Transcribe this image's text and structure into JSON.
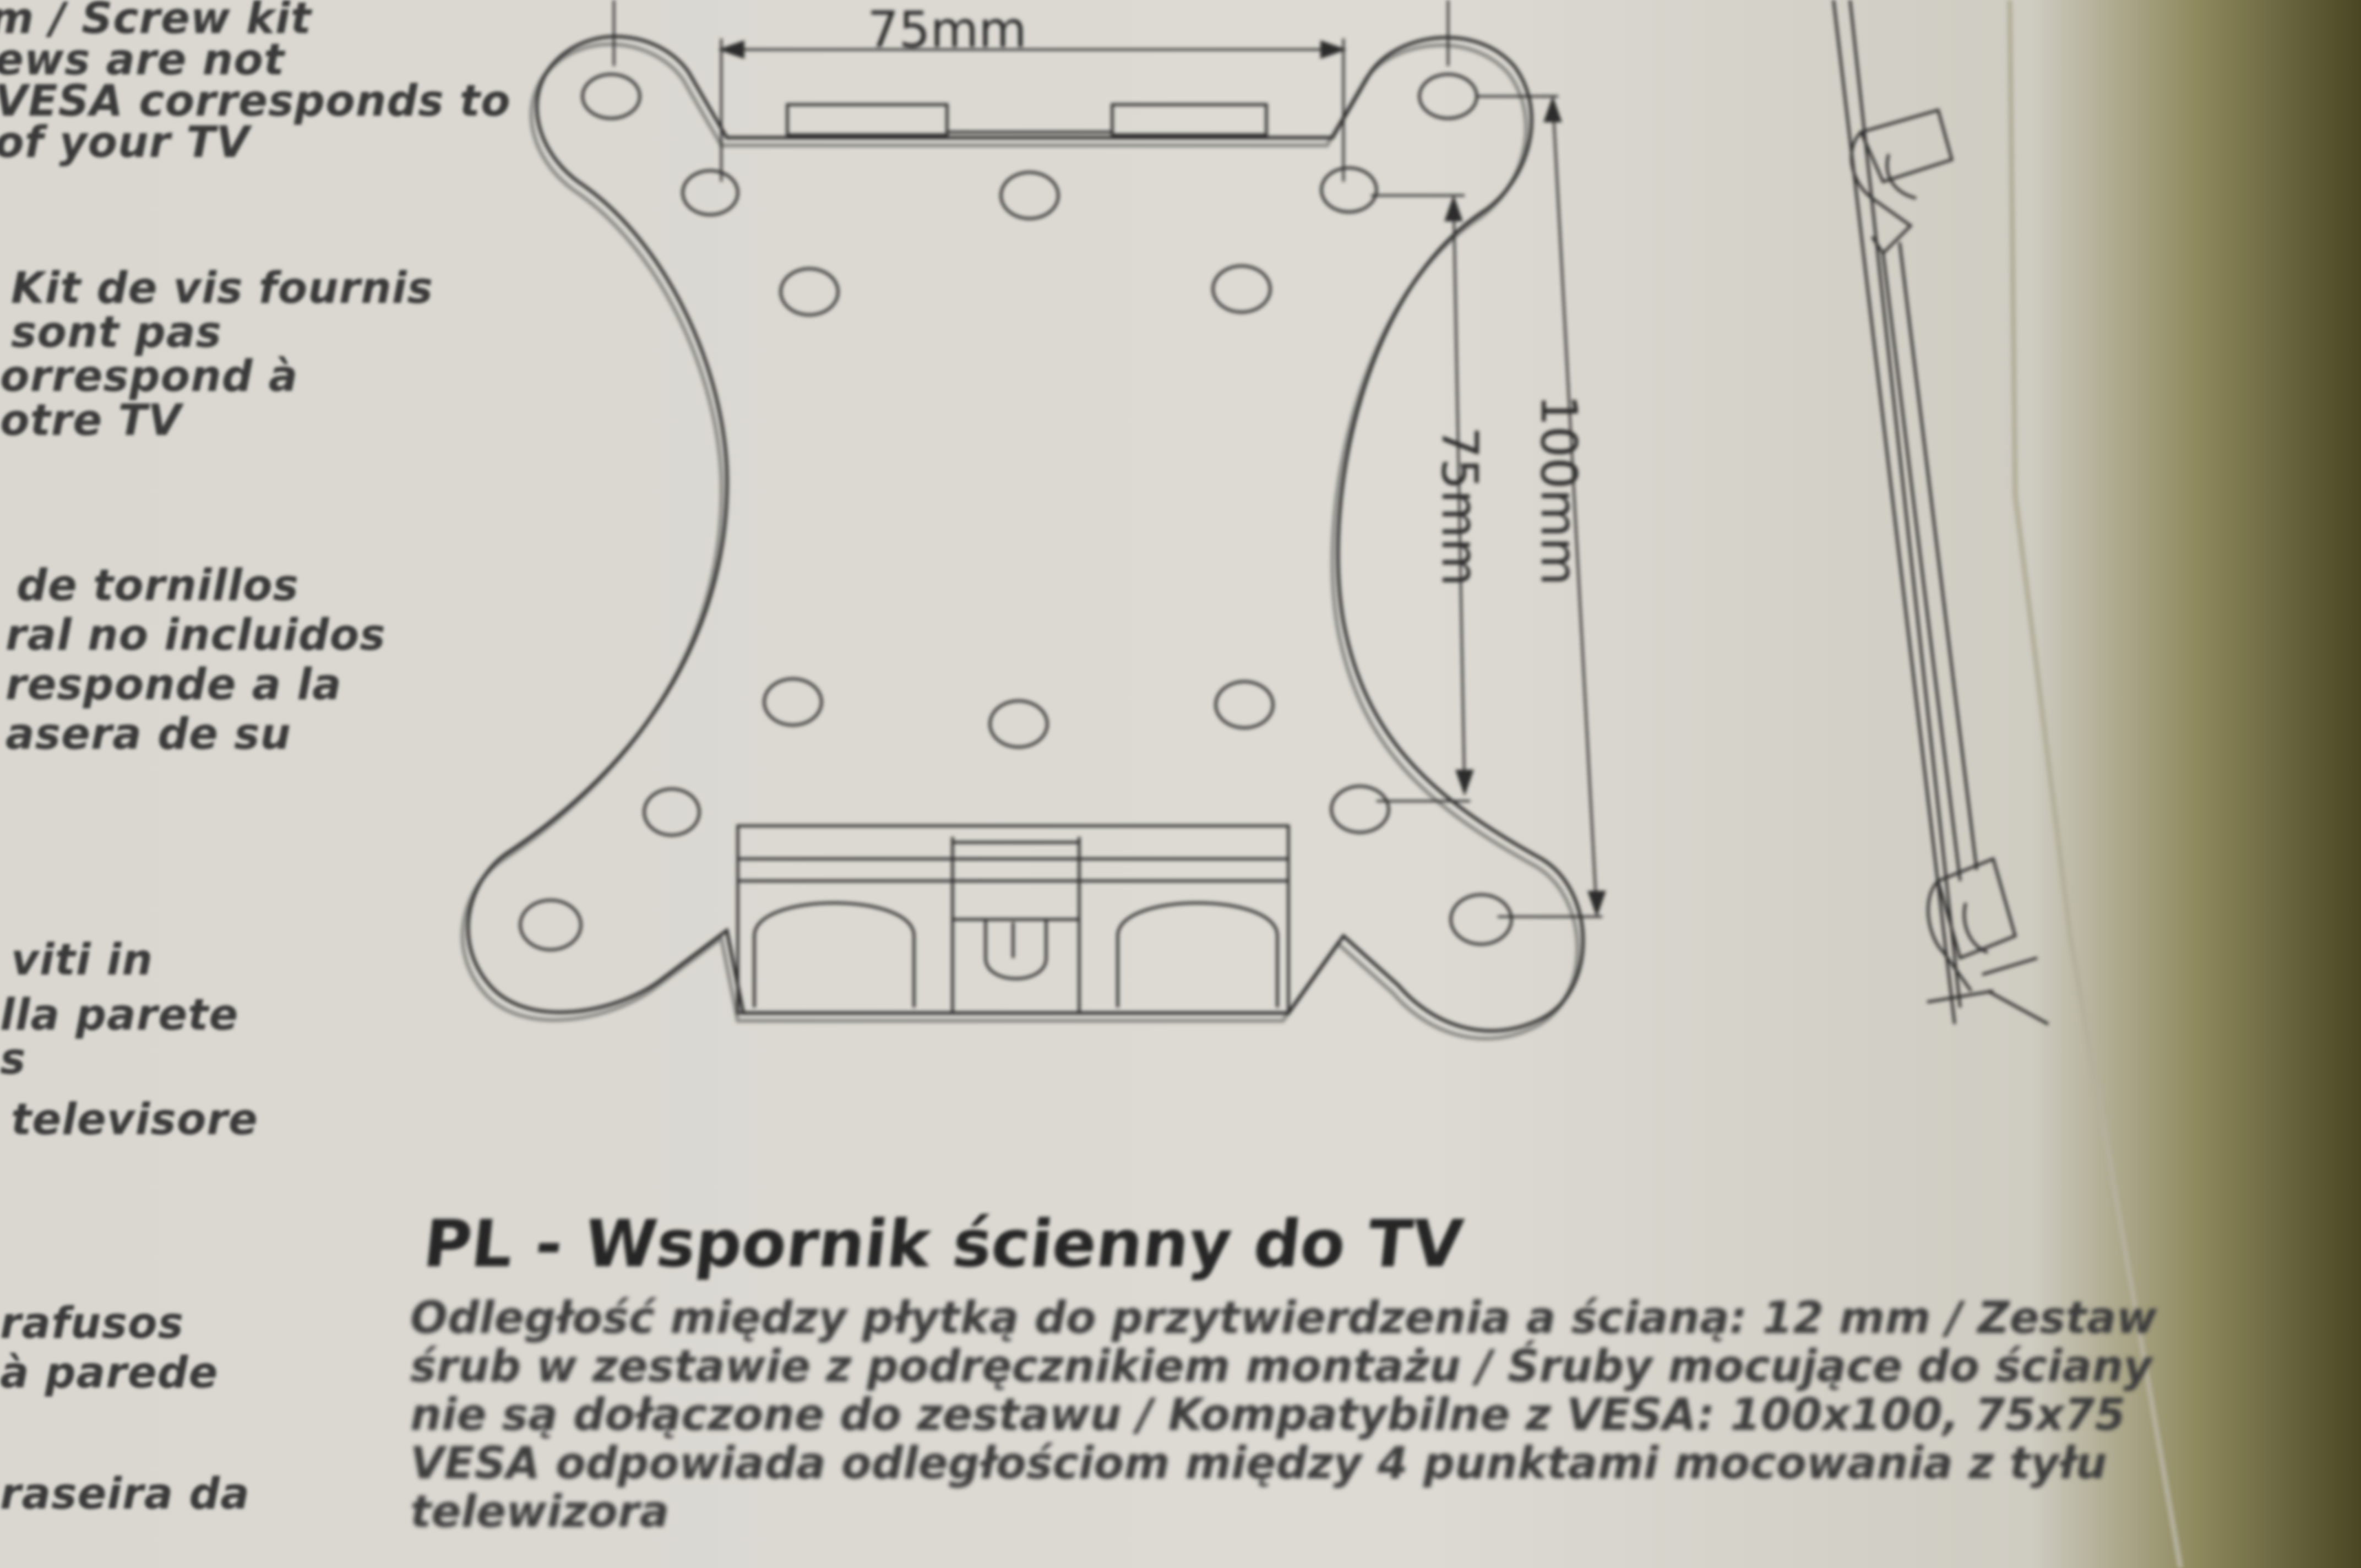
{
  "left_column_fragments": [
    "m / Screw kit",
    "ews are not",
    "VESA corresponds to",
    "of your TV",
    "Kit de vis fournis",
    "sont pas",
    "orrespond à",
    "otre TV",
    "de tornillos",
    "ral no incluidos",
    "responde a la",
    "asera de su",
    "viti in",
    "lla parete",
    "s",
    "televisore",
    "rafusos",
    "à parede",
    "raseira da"
  ],
  "diagram": {
    "top_dimension": "75mm",
    "inner_vertical_dimension": "75mm",
    "outer_vertical_dimension": "100mm"
  },
  "pl_section": {
    "heading": "PL - Wspornik ścienny do TV",
    "body_lines": [
      "Odległość między płytką do przytwierdzenia a ścianą: 12 mm / Zestaw",
      "śrub w zestawie z podręcznikiem montażu / Śruby mocujące do ściany",
      "nie są dołączone do zestawu / Kompatybilne z VESA: 100x100, 75x75",
      "VESA odpowiada odległościom między 4 punktami mocowania z tyłu",
      "telewizora"
    ]
  },
  "colors": {
    "paper": "#dcdad3",
    "ink": "#2c2c2c",
    "background_edge": "#4a4624"
  }
}
